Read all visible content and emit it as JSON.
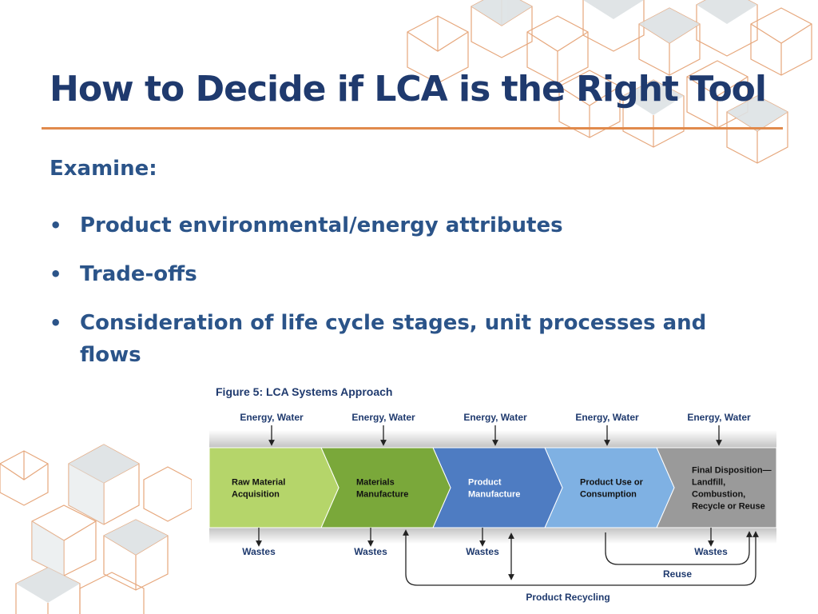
{
  "slide": {
    "title": "How to Decide if LCA is the Right Tool",
    "intro": "Examine:",
    "bullets": [
      "Product environmental/energy attributes",
      "Trade-offs",
      "Consideration of life cycle stages, unit processes and flows"
    ],
    "bullet_glyph": "•"
  },
  "figure": {
    "caption": "Figure 5: LCA Systems Approach",
    "stages": [
      {
        "input": "Energy, Water",
        "label": [
          "Raw Material",
          "Acquisition"
        ],
        "output": "Wastes",
        "color": "#b5d56a"
      },
      {
        "input": "Energy, Water",
        "label": [
          "Materials",
          "Manufacture"
        ],
        "output": "Wastes",
        "color": "#7aa83a"
      },
      {
        "input": "Energy, Water",
        "label": [
          "Product",
          "Manufacture"
        ],
        "output": "Wastes",
        "color": "#4e7cc2"
      },
      {
        "input": "Energy, Water",
        "label": [
          "Product Use or",
          "Consumption"
        ],
        "output": "",
        "color": "#7fb1e3"
      },
      {
        "input": "Energy, Water",
        "label": [
          "Final Disposition—",
          "Landfill,",
          "Combustion,",
          "Recycle or Reuse"
        ],
        "output": "Wastes",
        "color": "#9a9a9a"
      }
    ],
    "reuse_label": "Reuse",
    "recycling_label": "Product Recycling"
  },
  "colors": {
    "title": "#1f3a6e",
    "text": "#2b5489",
    "accent_rule": "#e18a4c",
    "decor_stroke": "#e6a77c",
    "decor_fill": "#dde2e4"
  }
}
